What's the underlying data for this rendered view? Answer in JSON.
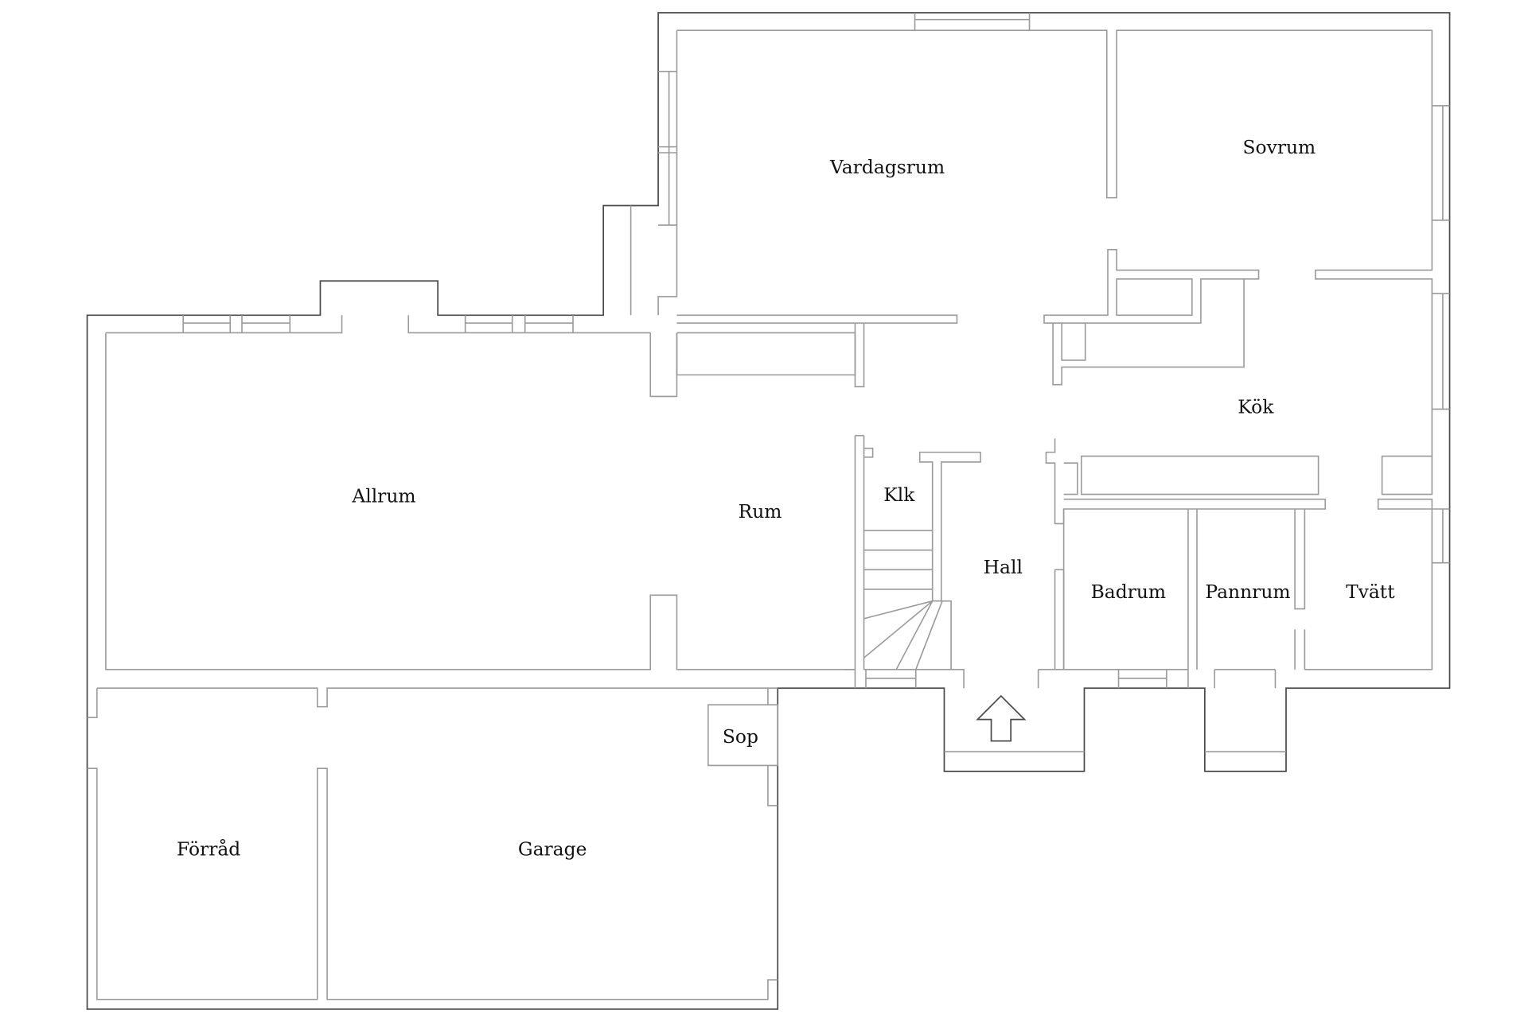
{
  "plan": {
    "type": "floor-plan",
    "colors": {
      "background": "#ffffff",
      "outer_wall": "#4a4a4a",
      "inner_wall": "#9a9a9a",
      "text": "#111111"
    },
    "rooms": [
      {
        "id": "vardagsrum",
        "label": "Vardagsrum"
      },
      {
        "id": "sovrum",
        "label": "Sovrum"
      },
      {
        "id": "kok",
        "label": "Kök"
      },
      {
        "id": "allrum",
        "label": "Allrum"
      },
      {
        "id": "rum",
        "label": "Rum"
      },
      {
        "id": "klk",
        "label": "Klk"
      },
      {
        "id": "hall",
        "label": "Hall"
      },
      {
        "id": "badrum",
        "label": "Badrum"
      },
      {
        "id": "pannrum",
        "label": "Pannrum"
      },
      {
        "id": "tvatt",
        "label": "Tvätt"
      },
      {
        "id": "sop",
        "label": "Sop"
      },
      {
        "id": "forrad",
        "label": "Förråd"
      },
      {
        "id": "garage",
        "label": "Garage"
      }
    ],
    "entrance_icon": "arrow-up-icon"
  }
}
